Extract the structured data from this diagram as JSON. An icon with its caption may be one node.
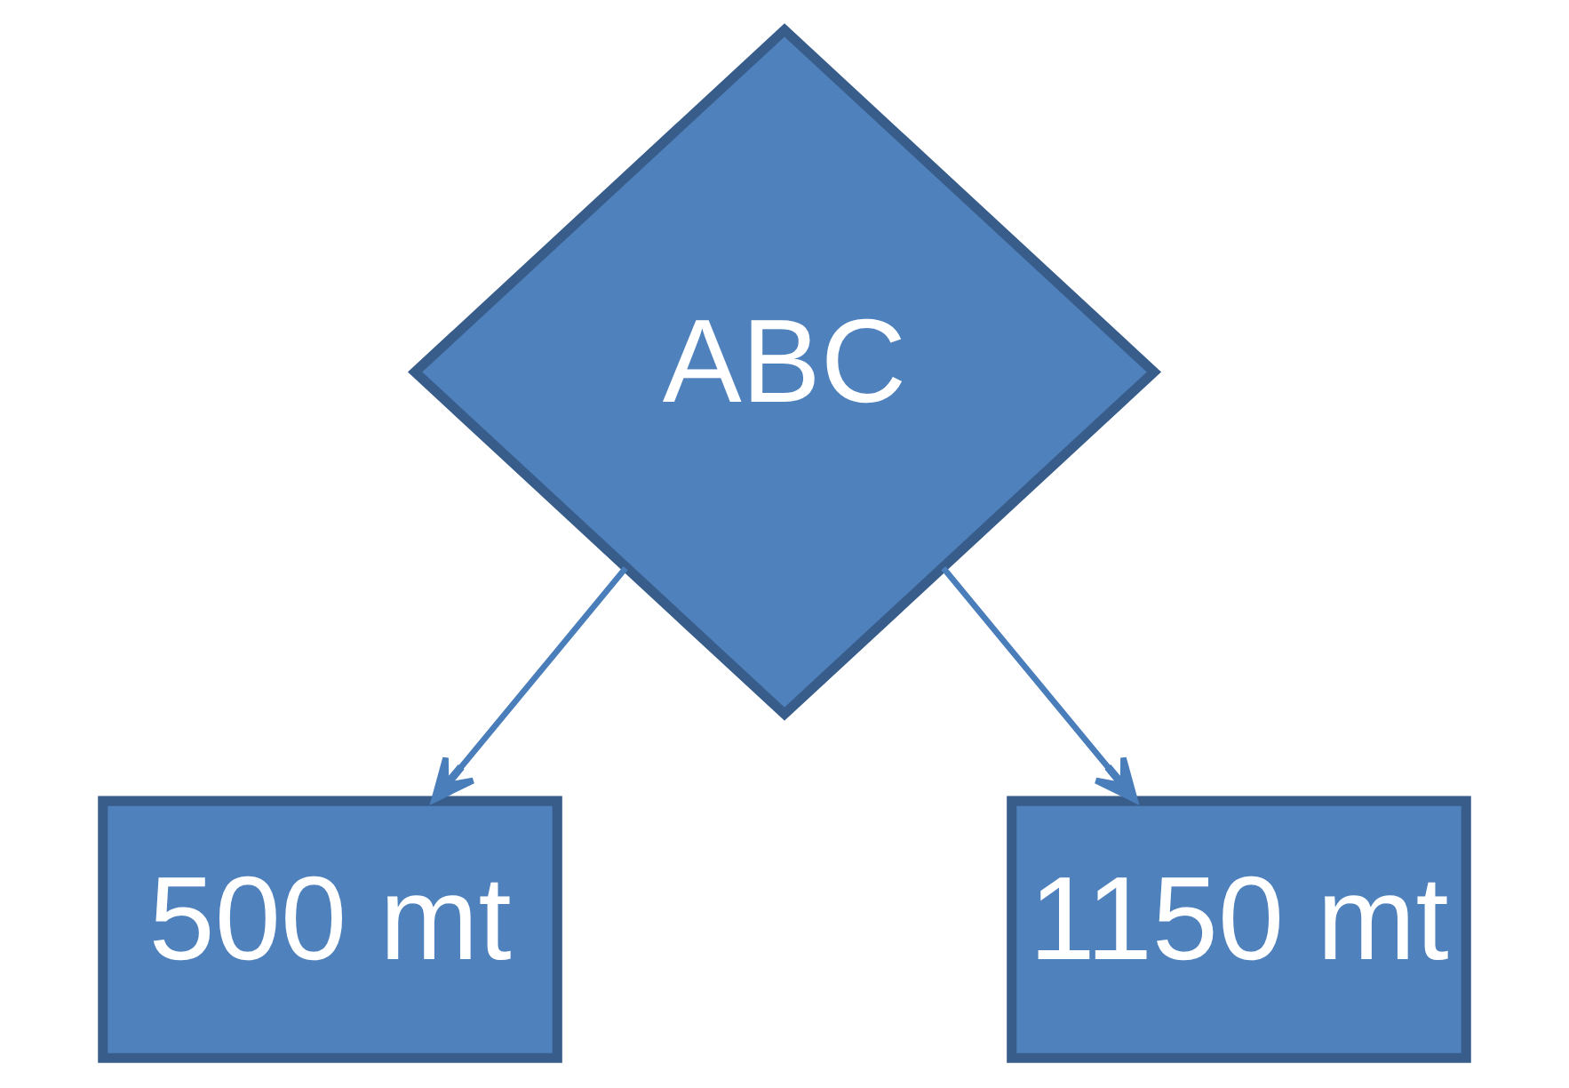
{
  "diagram": {
    "nodes": [
      {
        "text": [
          "ABC"
        ]
      },
      {
        "text": [
          "500 mt"
        ]
      },
      {
        "text": [
          "1150 mt"
        ]
      }
    ],
    "edges": [
      {
        "from": 0,
        "to": 1,
        "arrow": "to"
      },
      {
        "from": 0,
        "to": 2,
        "arrow": "to"
      }
    ]
  }
}
